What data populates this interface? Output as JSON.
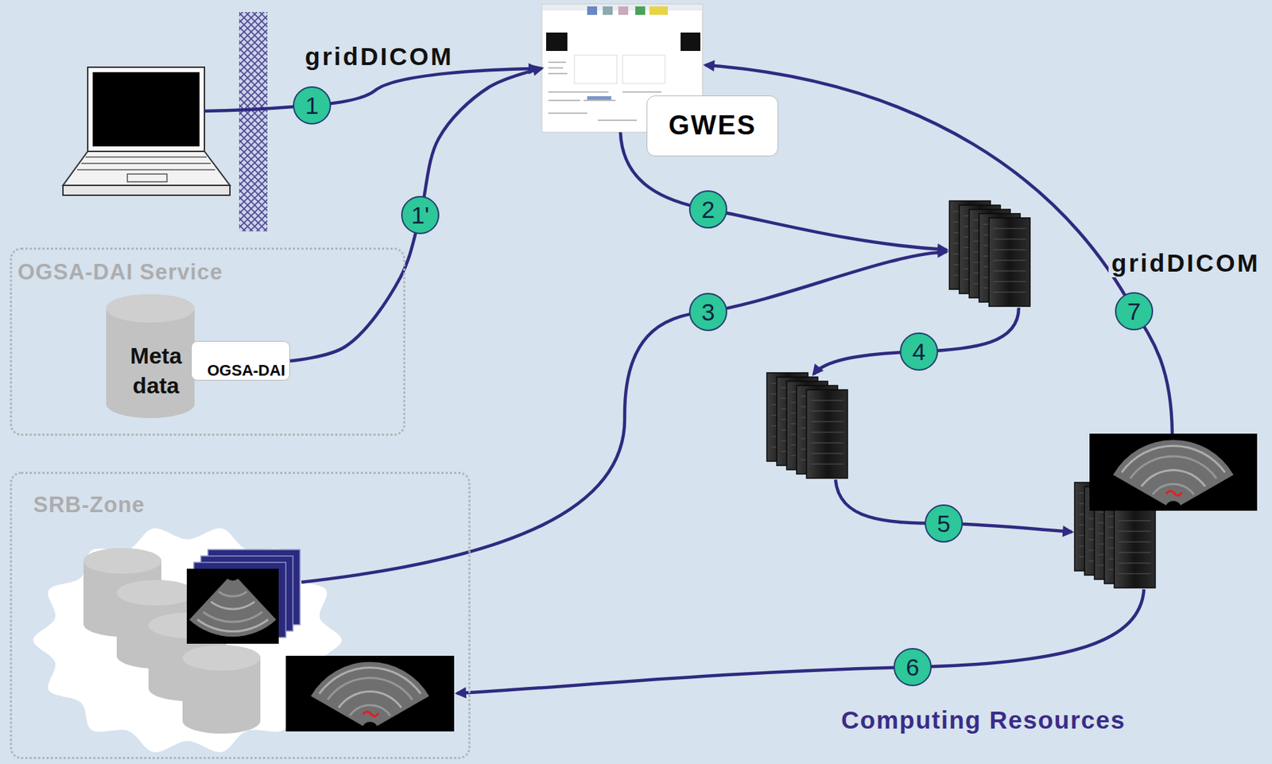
{
  "diagram": {
    "nodes": [
      {
        "text": [
          "GWES"
        ]
      },
      {
        "text": [
          "OGSA-DAI Service"
        ]
      },
      {
        "text": [
          "Meta data"
        ],
        "in": 1
      },
      {
        "text": [
          "OGSA-DAI"
        ],
        "in": 1
      },
      {
        "text": [
          "SRB-Zone"
        ]
      },
      {
        "text": [
          "Computing Resources"
        ]
      }
    ],
    "edges": [
      {
        "from": 3,
        "to": 0,
        "arrow": "to",
        "label": "1'"
      }
    ],
    "labels": [
      "gridDICOM",
      "1",
      "2",
      "3",
      "4",
      "5",
      "6",
      "7",
      "gridDICOM"
    ]
  }
}
